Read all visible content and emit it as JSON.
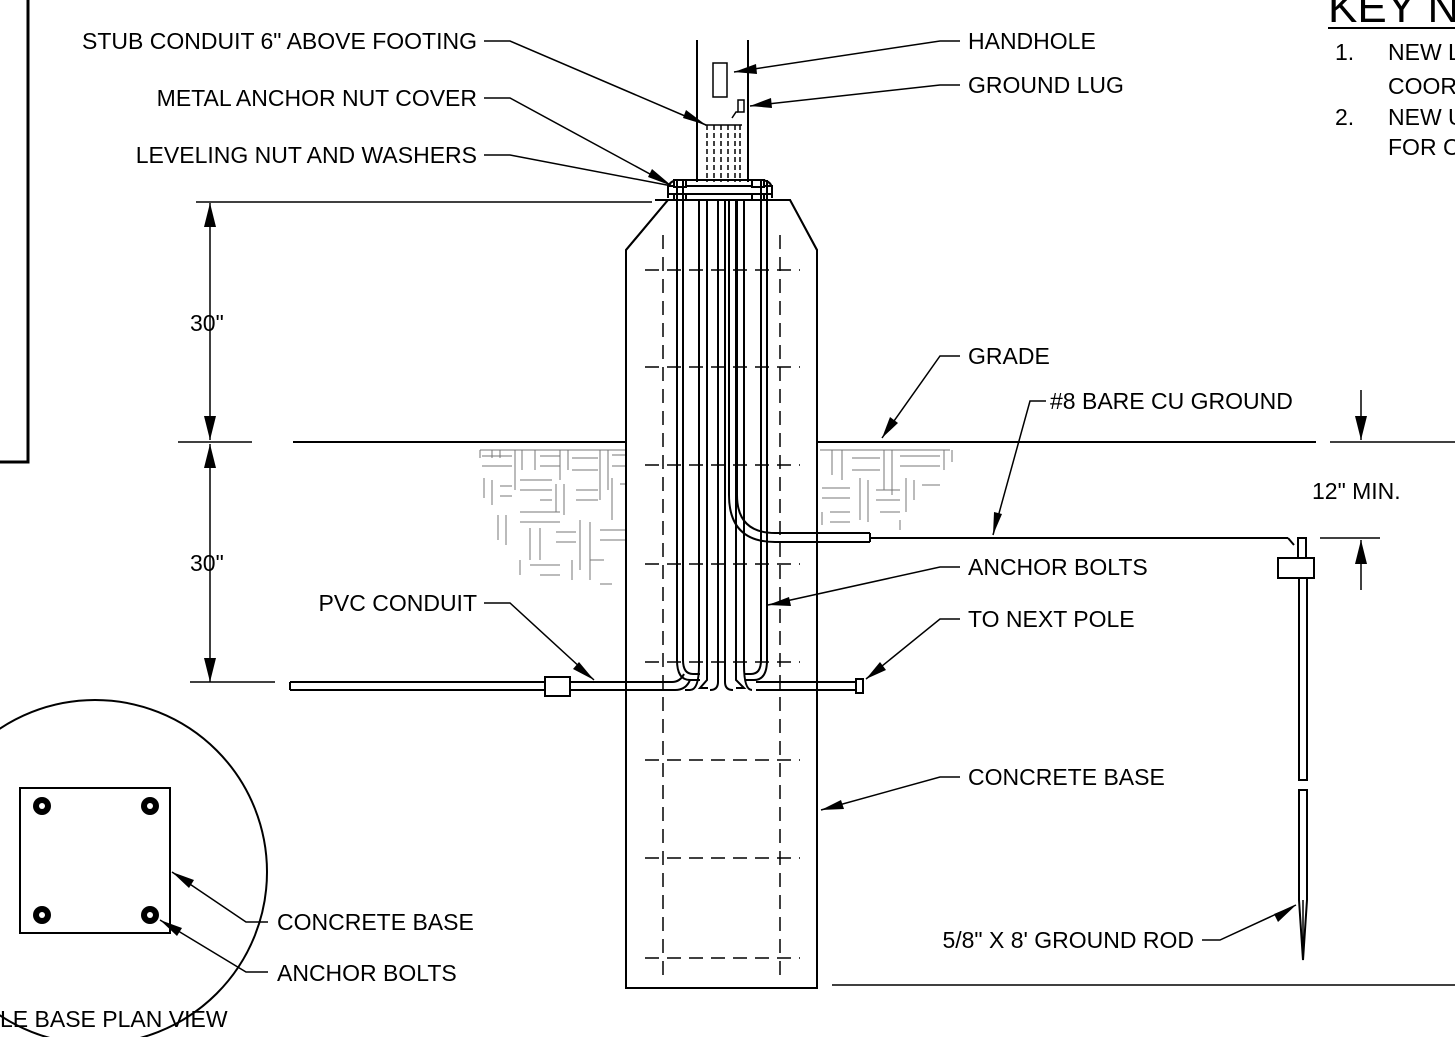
{
  "key_notes": {
    "title": "KEY N",
    "items": [
      {
        "num": "1.",
        "line1": "NEW L",
        "line2": "COOR"
      },
      {
        "num": "2.",
        "line1": "NEW U",
        "line2": "FOR C"
      }
    ]
  },
  "callouts": {
    "stub_conduit": "STUB CONDUIT 6\" ABOVE FOOTING",
    "metal_anchor_nut_cover": "METAL ANCHOR NUT COVER",
    "leveling_nut": "LEVELING NUT AND WASHERS",
    "handhole": "HANDHOLE",
    "ground_lug": "GROUND LUG",
    "grade": "GRADE",
    "bare_cu_ground": "#8 BARE CU GROUND",
    "anchor_bolts": "ANCHOR BOLTS",
    "to_next_pole": "TO NEXT POLE",
    "pvc_conduit": "PVC CONDUIT",
    "concrete_base": "CONCRETE BASE",
    "ground_rod": "5/8\" X 8' GROUND ROD"
  },
  "dimensions": {
    "upper": "30\"",
    "lower": "30\"",
    "ground_depth": "12\" MIN."
  },
  "plan_view": {
    "concrete_base": "CONCRETE BASE",
    "anchor_bolts": "ANCHOR BOLTS",
    "caption": "LE BASE PLAN VIEW"
  }
}
